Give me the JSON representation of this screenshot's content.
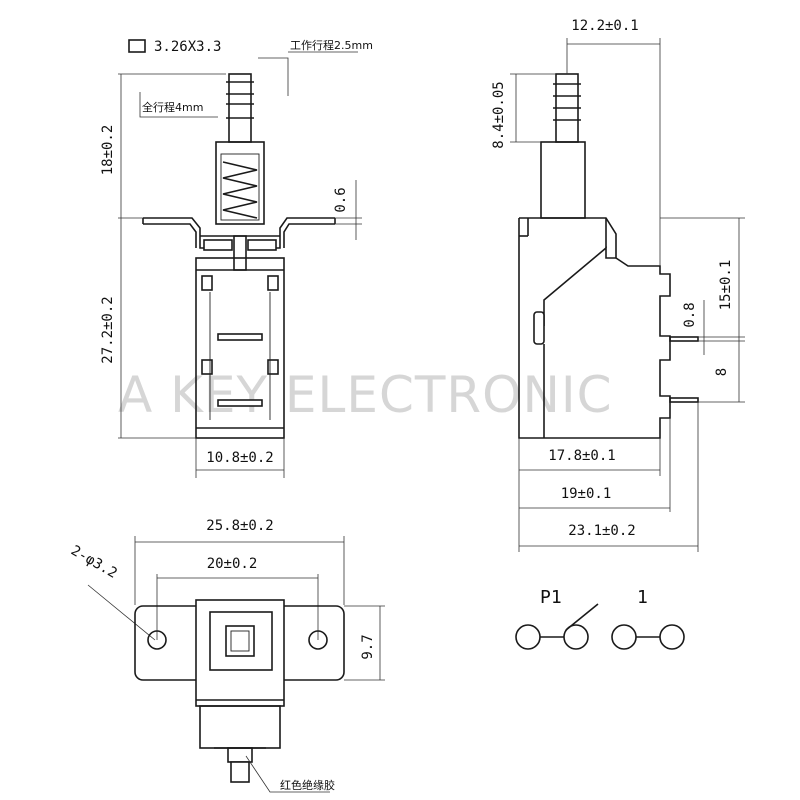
{
  "watermark": "A KEY ELECTRONIC",
  "front_view": {
    "plunger_size": "3.26X3.3",
    "working_stroke": "工作行程2.5mm",
    "full_stroke": "全行程4mm",
    "height_top": "18±0.2",
    "flange_thickness": "0.6",
    "height_body": "27.2±0.2",
    "width_body": "10.8±0.2"
  },
  "side_view": {
    "plunger_offset": "12.2±0.1",
    "plunger_length": "8.4±0.05",
    "pin_height_upper": "15±0.1",
    "pin_thickness": "0.8",
    "pin_gap": "8",
    "depth_body": "17.8±0.1",
    "depth_pin1": "19±0.1",
    "depth_total": "23.1±0.2"
  },
  "bottom_view": {
    "flange_width": "25.8±0.2",
    "hole_spacing": "20±0.2",
    "hole_spec": "2-φ3.2",
    "flange_height": "9.7",
    "insulation_note": "红色绝缘胶"
  },
  "schematic": {
    "label_left": "P1",
    "label_right": "1"
  }
}
